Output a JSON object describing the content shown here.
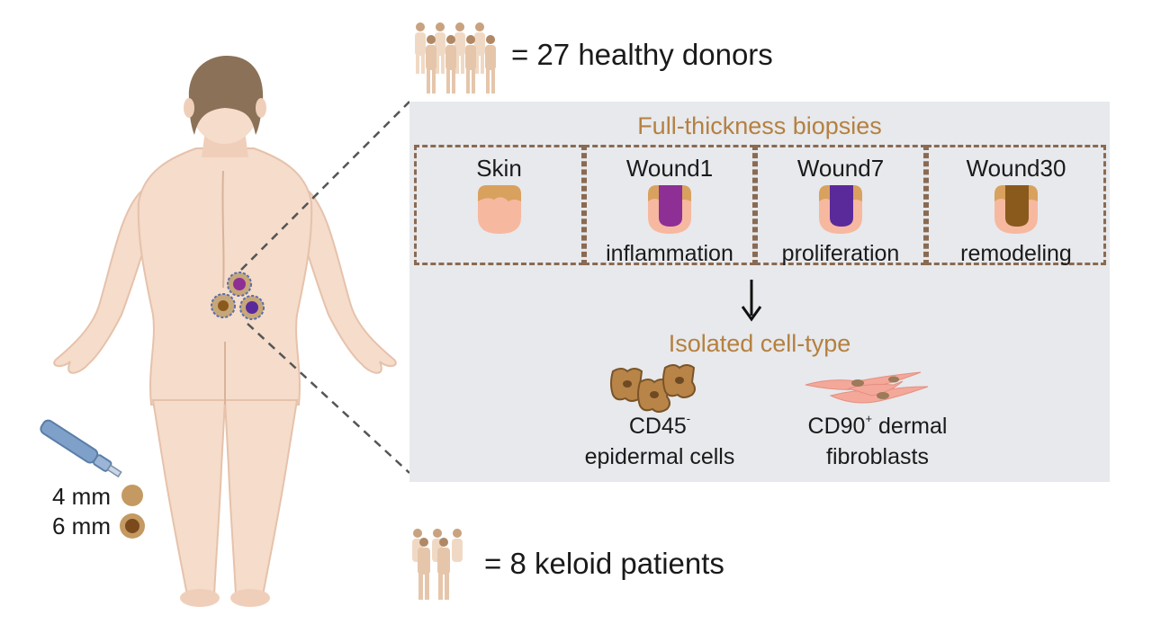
{
  "donors": {
    "label": "= 27 healthy donors"
  },
  "keloid": {
    "label": "= 8 keloid patients"
  },
  "panel": {
    "title": "Full-thickness biopsies",
    "samples": [
      {
        "name": "Skin",
        "phase": "",
        "color": ""
      },
      {
        "name": "Wound1",
        "phase": "inflammation",
        "color": "#8e2f96"
      },
      {
        "name": "Wound7",
        "phase": "proliferation",
        "color": "#5a2a9a"
      },
      {
        "name": "Wound30",
        "phase": "remodeling",
        "color": "#8a5a1c"
      }
    ],
    "isolated_title": "Isolated cell-type",
    "cell_types": [
      {
        "line1": "CD45",
        "sup": "-",
        "line2": "epidermal cells"
      },
      {
        "line1": "CD90",
        "sup": "+",
        "line1b": " dermal",
        "line2": "fibroblasts"
      }
    ]
  },
  "punch_sizes": [
    {
      "label": "4 mm"
    },
    {
      "label": "6 mm"
    }
  ],
  "colors": {
    "skin": "#f5dccb",
    "hair": "#8a6a52",
    "accent_text": "#b58040",
    "panel_bg": "#e7e9ec",
    "dashed_border": "#8a6a52"
  }
}
